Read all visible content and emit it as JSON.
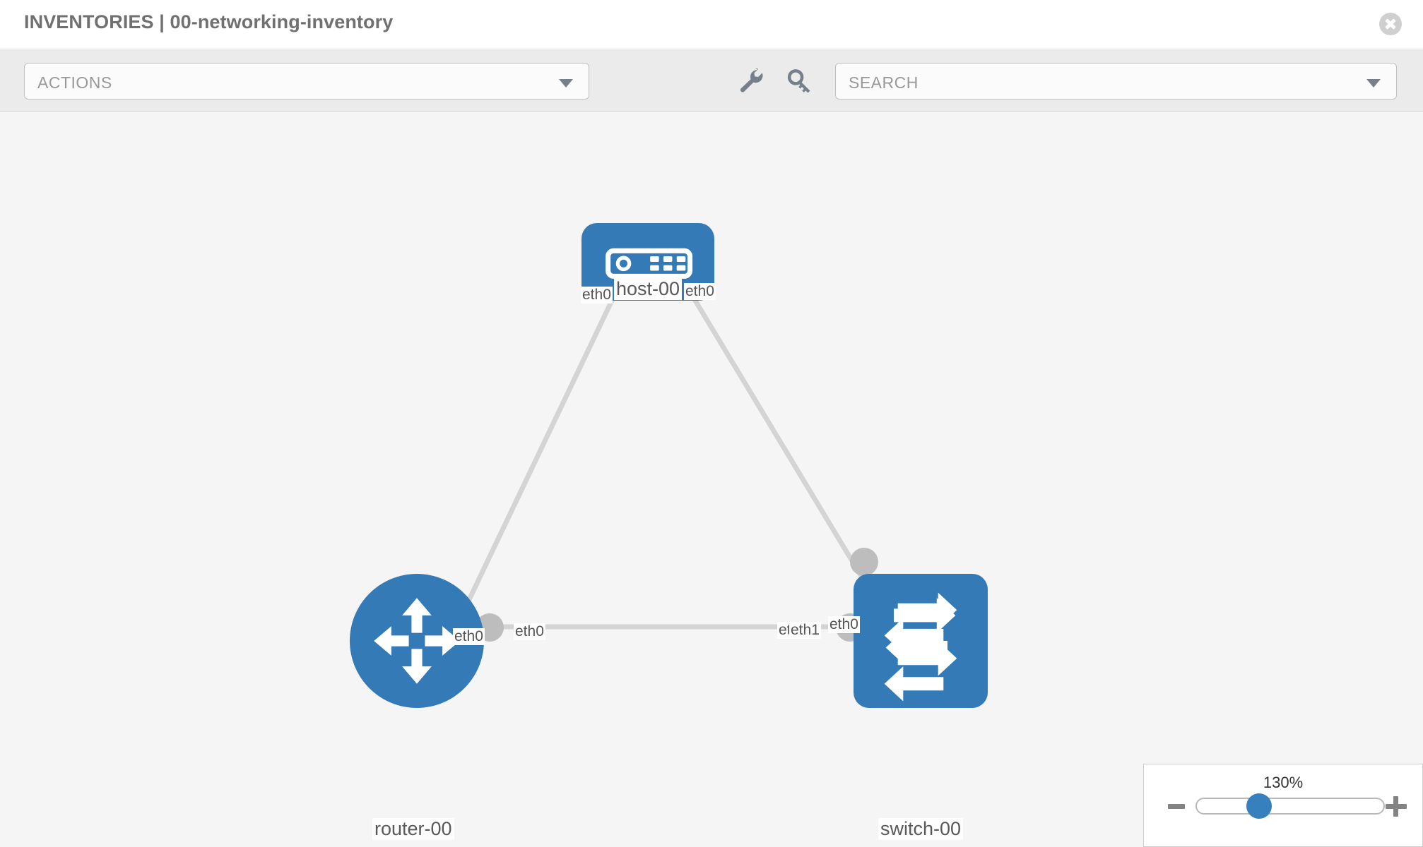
{
  "header": {
    "title": "INVENTORIES | 00-networking-inventory",
    "close_icon": "close-circle-icon"
  },
  "toolbar": {
    "actions_dropdown": {
      "value": "ACTIONS",
      "caret_icon": "chevron-down-icon"
    },
    "tools": [
      {
        "name": "wrench-icon",
        "title": "wrench"
      },
      {
        "name": "key-icon",
        "title": "key"
      }
    ],
    "search": {
      "placeholder": "SEARCH",
      "value": "SEARCH",
      "caret_icon": "chevron-down-icon"
    }
  },
  "topology": {
    "background_color": "#f5f5f5",
    "node_color": "#337ab7",
    "link_color": "#d4d4d4",
    "knob_color": "#bdbdbd",
    "nodes": [
      {
        "id": "host-00",
        "label": "host-00",
        "icon": "server-icon",
        "shape": "rounded-rect"
      },
      {
        "id": "router-00",
        "label": "router-00",
        "icon": "router-icon",
        "shape": "circle"
      },
      {
        "id": "switch-00",
        "label": "switch-00",
        "icon": "switch-icon",
        "shape": "rounded-square"
      }
    ],
    "links": [
      {
        "from": "host-00",
        "to": "router-00",
        "from_iface": "eth0",
        "to_iface": "eth0"
      },
      {
        "from": "host-00",
        "to": "switch-00",
        "from_iface": "eth0",
        "to_iface": "eth0"
      },
      {
        "from": "router-00",
        "to": "switch-00",
        "from_iface": "eth0",
        "to_iface": "eth1"
      }
    ],
    "interface_labels": {
      "host_left": "eth0",
      "host_right": "eth0",
      "router_up": "eth0",
      "switch_up": "eth0",
      "router_right": "eth0",
      "switch_left_hidden": "eth0",
      "switch_left": "eth1"
    }
  },
  "zoom_control": {
    "value": "130%",
    "minus_icon": "minus-icon",
    "plus_icon": "plus-icon"
  }
}
